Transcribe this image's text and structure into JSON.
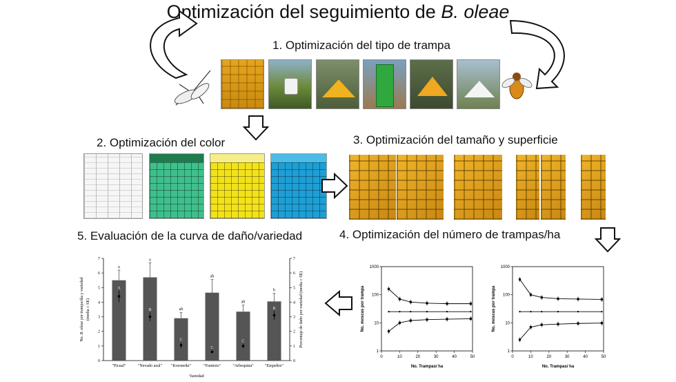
{
  "title_prefix": "Optimización del seguimiento de ",
  "title_species": "B. oleae",
  "sections": {
    "s1": "1. Optimización del tipo de trampa",
    "s2": "2. Optimización del color",
    "s3": "3. Optimización del tamaño y superficie",
    "s4": "4. Optimización del número de trampas/ha",
    "s5": "5. Evaluación de la curva de daño/variedad"
  },
  "colors": {
    "yellow_trap": "#e9b21f",
    "green_card": "#3fbf8c",
    "yellow_card": "#f2e21a",
    "blue_card": "#1d9fd6",
    "bars": "#555555"
  },
  "chart_data": [
    {
      "type": "bar",
      "categories": [
        "\"Picual\"",
        "\"Nevado azul\"",
        "\"Koroneiki\"",
        "\"Frantoio\"",
        "\"Arbequina\"",
        "\"Empeltre\""
      ],
      "series": [
        {
          "values": [
            5.5,
            5.7,
            2.9,
            4.65,
            3.35,
            4.05
          ],
          "errors": [
            0.7,
            1.0,
            0.4,
            0.9,
            0.45,
            0.55
          ]
        },
        {
          "values": [
            4.4,
            3.0,
            1.05,
            0.6,
            1.0,
            3.1
          ],
          "errors": [
            0.4,
            0.3,
            0.2,
            0.1,
            0.15,
            0.3
          ]
        }
      ],
      "letters_upper": [
        "a",
        "a",
        "ab",
        "ab",
        "ab",
        "b"
      ],
      "letters_point": [
        "A",
        "B",
        "C",
        "C",
        "C",
        "B"
      ],
      "xlabel": "Variedad",
      "ylabel_left_prefix": "No. ",
      "ylabel_left_species": "B. oleae",
      "ylabel_left_rest": " por trampa/día y variedad",
      "ylabel_left_2": "(media ± SE)",
      "ylabel_right": "Percentaje de daño por variedad (media ± SE)",
      "ylim": [
        0,
        7
      ],
      "yticks": [
        "0",
        "1",
        "2",
        "3",
        "4",
        "5",
        "6",
        "7"
      ]
    },
    {
      "type": "line",
      "yscale": "log",
      "x": [
        4,
        10,
        16,
        25,
        36,
        49
      ],
      "series": [
        {
          "values": [
            160,
            70,
            55,
            50,
            48,
            48
          ]
        },
        {
          "values": [
            25,
            25,
            25,
            25,
            25,
            25
          ]
        },
        {
          "values": [
            5,
            10,
            12,
            13,
            13.5,
            14
          ]
        }
      ],
      "xlabel": "No. Trampas/ ha",
      "ylabel": "No. moscas por trampa",
      "xticks": [
        "0",
        "10",
        "20",
        "30",
        "40",
        "50"
      ],
      "yticks": [
        "1",
        "10",
        "100",
        "1000"
      ]
    },
    {
      "type": "line",
      "yscale": "log",
      "x": [
        4,
        10,
        16,
        25,
        36,
        49
      ],
      "series": [
        {
          "values": [
            350,
            100,
            80,
            72,
            70,
            68
          ]
        },
        {
          "values": [
            25,
            25,
            25,
            25,
            25,
            25
          ]
        },
        {
          "values": [
            2.5,
            7,
            8.5,
            9,
            9.5,
            9.8
          ]
        }
      ],
      "xlabel": "No. Trampas/ ha",
      "ylabel": "No. moscas por trampa",
      "xticks": [
        "0",
        "10",
        "20",
        "30",
        "40",
        "50"
      ],
      "yticks": [
        "1",
        "10",
        "100",
        "1000"
      ]
    }
  ]
}
